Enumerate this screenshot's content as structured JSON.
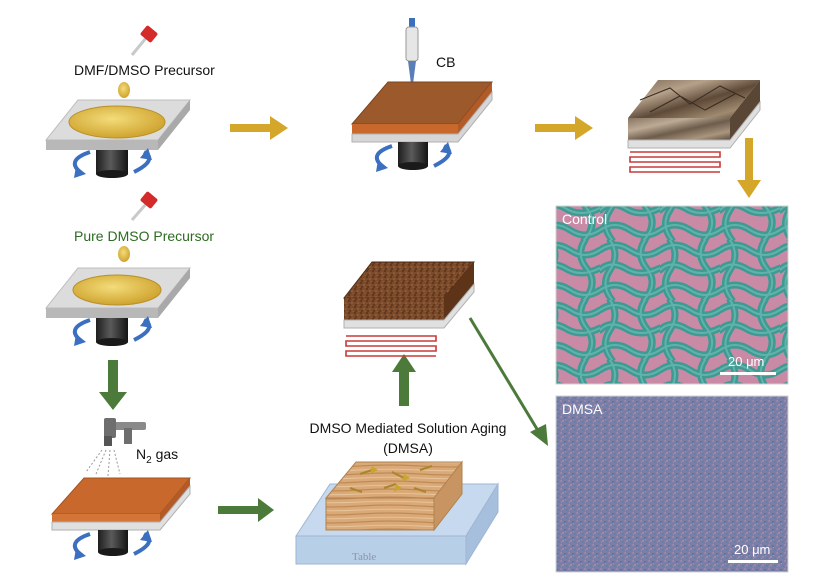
{
  "labels": {
    "dmf_dmso_precursor": "DMF/DMSO Precursor",
    "cb": "CB",
    "pure_dmso_precursor": "Pure DMSO Precursor",
    "n2_gas_base": "N",
    "n2_gas_sub": "2",
    "n2_gas_rest": " gas",
    "dmsa_title_line1": "DMSO Mediated Solution Aging",
    "dmsa_title_line2": "(DMSA)",
    "table": "Table"
  },
  "micrographs": {
    "control": {
      "label": "Control",
      "scale_bar": "20 μm"
    },
    "dmsa": {
      "label": "DMSA",
      "scale_bar": "20 μm"
    }
  },
  "colors": {
    "arrow_gold": "#d4a62a",
    "arrow_green": "#4c7a3a",
    "film_orange": "#c8682c",
    "film_brown": "#8a4a24",
    "precursor_gold": "#d9b23a",
    "substrate_gray": "#d9d9d9",
    "spin_arrow_blue": "#3b6fbf",
    "heater_red": "#c83a3a",
    "table_blue": "#b8cfe8"
  }
}
